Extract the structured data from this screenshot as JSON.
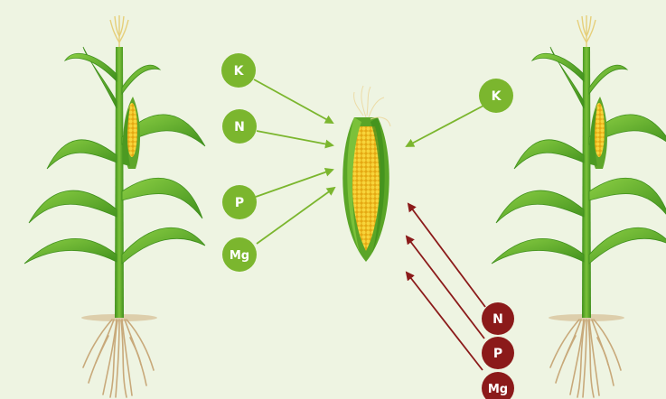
{
  "colors": {
    "background": "#eef4e2",
    "positive": "#7bb62e",
    "negative": "#8b1a1a",
    "leaf": "#6fb42c",
    "kernel": "#f2c21b"
  },
  "nutrients_in": [
    {
      "label": "K"
    },
    {
      "label": "N"
    },
    {
      "label": "P"
    },
    {
      "label": "Mg"
    }
  ],
  "nutrients_in_right": [
    {
      "label": "K"
    }
  ],
  "nutrients_out": [
    {
      "label": "N"
    },
    {
      "label": "P"
    },
    {
      "label": "Mg"
    }
  ],
  "icons": [
    "corn-plant-icon",
    "corn-cob-icon",
    "roots-icon",
    "arrow-icon"
  ]
}
